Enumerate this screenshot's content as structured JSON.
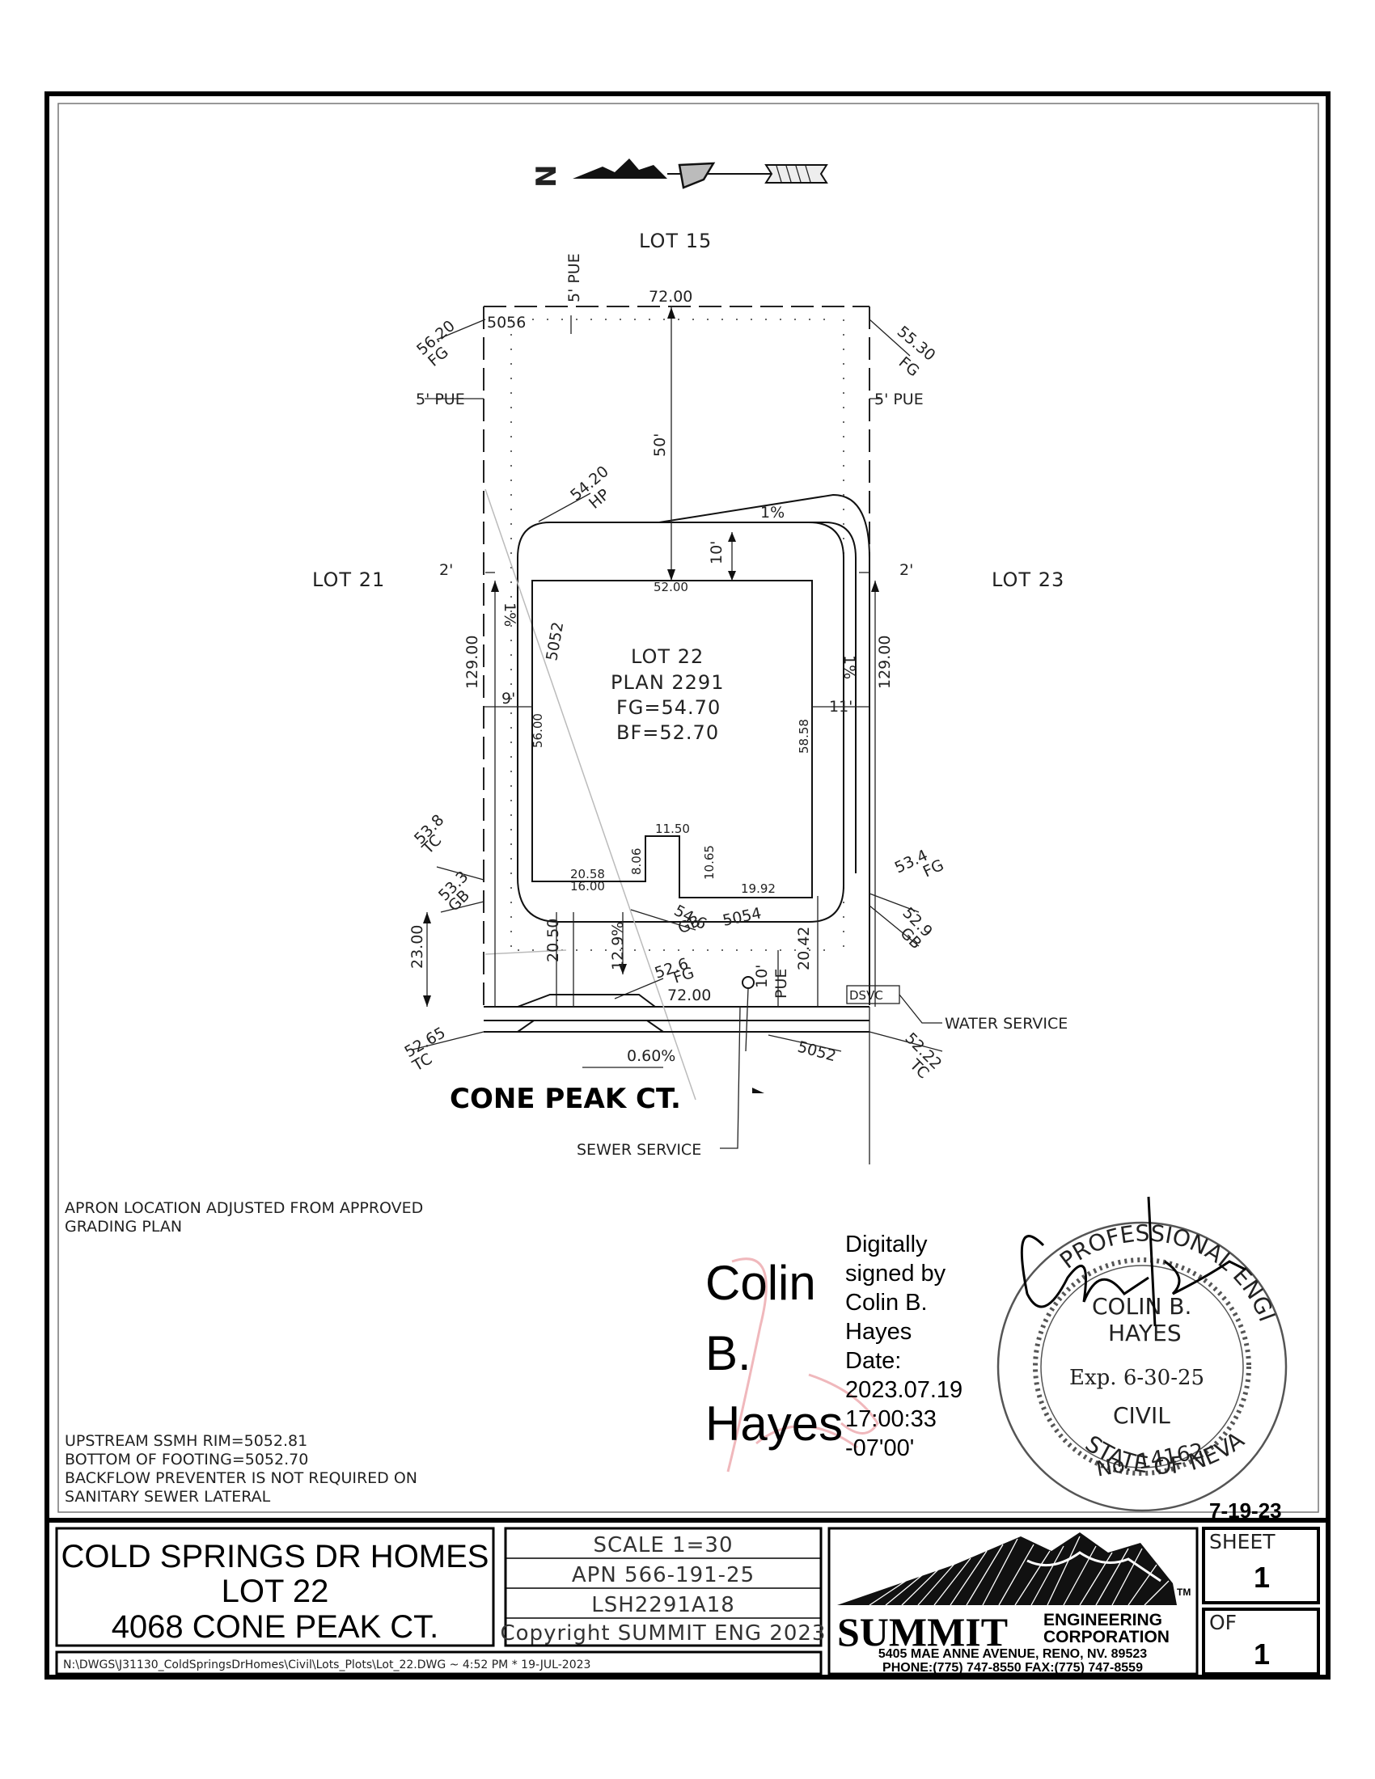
{
  "north": "N",
  "lots": {
    "top": "LOT 15",
    "left": "LOT 21",
    "right": "LOT 23",
    "main": [
      "LOT 22",
      "PLAN 2291",
      "FG=54.70",
      "BF=52.70"
    ]
  },
  "street": "CONE PEAK CT.",
  "dims": {
    "d1": "72.00",
    "d2": "5056",
    "d3": "5' PUE",
    "d4": "56.20",
    "d5": "FG",
    "d6": "55.30",
    "d7": "FG",
    "d8": "5' PUE",
    "d9": "5' PUE",
    "d10": "50'",
    "d11": "54.20",
    "d12": "HP",
    "d13": "1%",
    "d14": "10'",
    "d15": "2'",
    "d16": "2'",
    "d17": "52.00",
    "d18": "1%",
    "d19": "5052",
    "d20": "129.00",
    "d21": "129.00",
    "d22": "1%",
    "d23": "9'",
    "d24": "11'",
    "d25": "56.00",
    "d26": "58.58",
    "d27": "53.8",
    "d28": "TC",
    "d29": "11.50",
    "d30": "8.06",
    "d31": "10.65",
    "d32": "20.58",
    "d33": "16.00",
    "d34": "19.92",
    "d35": "53.4",
    "d36": "FG",
    "d37": "53.3",
    "d38": "GB",
    "d39": "54.6",
    "d40": "GB",
    "d41": "5054",
    "d42": "52.9",
    "d43": "GB",
    "d44": "23.00",
    "d45": "20.50",
    "d46": "12.9%",
    "d47": "20.42",
    "d48": "10'",
    "d49": "PUE",
    "d50": "52.6",
    "d51": "FG",
    "d52": "72.00",
    "d53": "DSVC",
    "d54": "WATER SERVICE",
    "d55": "52.65",
    "d56": "TC",
    "d57": "0.60%",
    "d58": "5052",
    "d59": "52.22",
    "d60": "TC",
    "d61": "SEWER SERVICE"
  },
  "notes": {
    "apron": [
      "APRON LOCATION ADJUSTED FROM APPROVED",
      "GRADING PLAN"
    ],
    "bottom": [
      "UPSTREAM SSMH RIM=5052.81",
      "BOTTOM OF FOOTING=5052.70",
      "BACKFLOW PREVENTER IS NOT REQUIRED ON",
      "SANITARY SEWER LATERAL"
    ]
  },
  "signature": {
    "name": [
      "Colin",
      "B.",
      "Hayes"
    ],
    "text": [
      "Digitally",
      "signed by",
      "Colin B.",
      "Hayes",
      "Date:",
      "2023.07.19",
      "17:00:33",
      "-07'00'"
    ]
  },
  "seal": {
    "ring_top": "PROFESSIONAL ENGINEER",
    "ring_right": "STATE OF NEVADA",
    "name": [
      "COLIN B.",
      "HAYES"
    ],
    "exp": "Exp. 6-30-25",
    "type": "CIVIL",
    "number": "No. 14162",
    "date": "7-19-23"
  },
  "titleblock": {
    "project": [
      "COLD SPRINGS DR HOMES",
      "LOT 22",
      "4068 CONE PEAK CT."
    ],
    "scale": "SCALE 1=30",
    "apn": "APN 566-191-25",
    "plan": "LSH2291A18",
    "copyright": "Copyright SUMMIT ENG 2023",
    "path": "N:\\DWGS\\J31130_ColdSpringsDrHomes\\Civil\\Lots_Plots\\Lot_22.DWG ~ 4:52 PM * 19-JUL-2023",
    "company": "SUMMIT",
    "company_sub": [
      "ENGINEERING",
      "CORPORATION"
    ],
    "tm": "TM",
    "address": "5405 MAE ANNE AVENUE, RENO, NV. 89523",
    "phone": "PHONE:(775) 747-8550 FAX:(775) 747-8559",
    "sheet_label": "SHEET",
    "sheet_num": "1",
    "of_label": "OF",
    "of_num": "1"
  }
}
